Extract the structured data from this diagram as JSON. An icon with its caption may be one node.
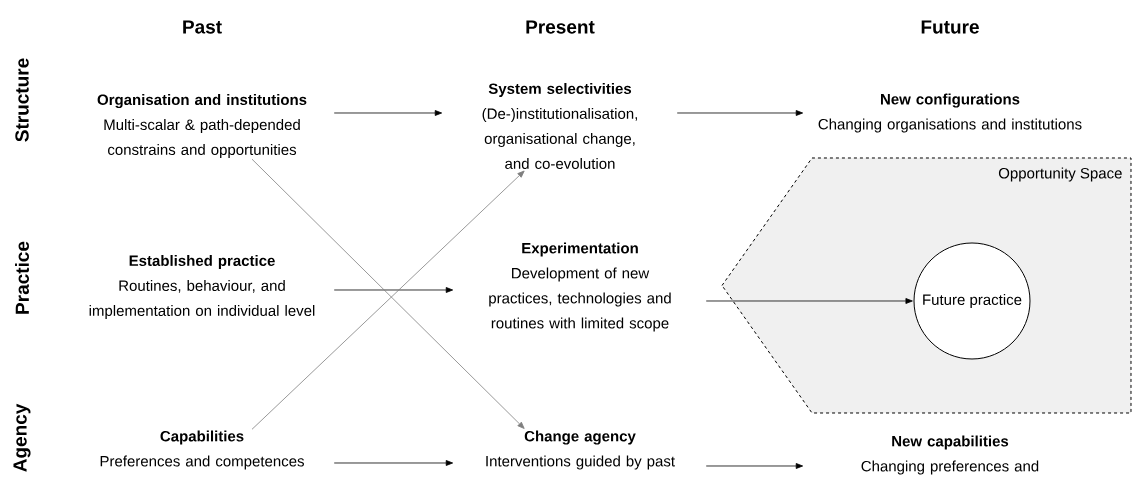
{
  "diagram": {
    "nodes": [
      {
        "text": [
          "Organisation and institutions",
          "Multi-scalar & path-depended constrains and opportunities"
        ]
      },
      {
        "text": [
          "System selectivities",
          "(De-)institutionalisation, organisational change, and co-evolution"
        ]
      },
      {
        "text": [
          "New configurations",
          "Changing organisations and institutions"
        ]
      },
      {
        "text": [
          "Established practice",
          "Routines, behaviour, and implementation on individual level"
        ]
      },
      {
        "text": [
          "Experimentation",
          "Development of new practices, technologies and routines with limited scope"
        ]
      },
      {
        "text": [
          "Opportunity Space"
        ]
      },
      {
        "text": [
          "Future practice"
        ],
        "in": 5
      },
      {
        "text": [
          "Capabilities",
          "Preferences and competences"
        ]
      },
      {
        "text": [
          "Change agency",
          "Interventions guided by past"
        ]
      },
      {
        "text": [
          "New capabilities",
          "Changing preferences and"
        ]
      }
    ],
    "edges": [
      {
        "from": 0,
        "to": 1,
        "arrow": "to"
      },
      {
        "from": 1,
        "to": 2,
        "arrow": "to"
      },
      {
        "from": 3,
        "to": 4,
        "arrow": "to"
      },
      {
        "from": 4,
        "to": 6,
        "arrow": "to"
      },
      {
        "from": 0,
        "to": 8,
        "arrow": "to",
        "color": "#7f7f7f"
      },
      {
        "from": 7,
        "to": 1,
        "arrow": "to",
        "color": "#7f7f7f"
      },
      {
        "from": 7,
        "to": 8,
        "arrow": "to"
      },
      {
        "from": 8,
        "to": 9,
        "arrow": "to"
      }
    ],
    "labels": [
      "Past",
      "Present",
      "Future",
      "Structure",
      "Practice",
      "Agency"
    ]
  }
}
